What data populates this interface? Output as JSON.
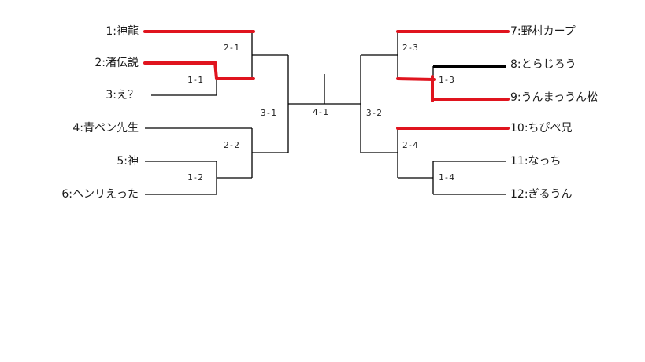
{
  "players": [
    {
      "id": "p1",
      "label": "1:神龍"
    },
    {
      "id": "p2",
      "label": "2:渚伝説"
    },
    {
      "id": "p3",
      "label": "3:え？"
    },
    {
      "id": "p4",
      "label": "4:青ペン先生"
    },
    {
      "id": "p5",
      "label": "5:神"
    },
    {
      "id": "p6",
      "label": "6:ヘンリえった"
    },
    {
      "id": "p7",
      "label": "7:野村カープ"
    },
    {
      "id": "p8",
      "label": "8:とらじろう"
    },
    {
      "id": "p9",
      "label": "9:うんまっうん松"
    },
    {
      "id": "p10",
      "label": "10:ちぴぺ兄"
    },
    {
      "id": "p11",
      "label": "11:なっち"
    },
    {
      "id": "p12",
      "label": "12:ぎるうん"
    }
  ],
  "matches": {
    "m1_1": "1-1",
    "m1_2": "1-2",
    "m1_3": "1-3",
    "m1_4": "1-4",
    "m2_1": "2-1",
    "m2_2": "2-2",
    "m2_3": "2-3",
    "m2_4": "2-4",
    "m3_1": "3-1",
    "m3_2": "3-2",
    "m4_1": "4-1"
  },
  "colors": {
    "line": "#000000",
    "highlight": "#e0141e",
    "text": "#1a1a1a"
  }
}
